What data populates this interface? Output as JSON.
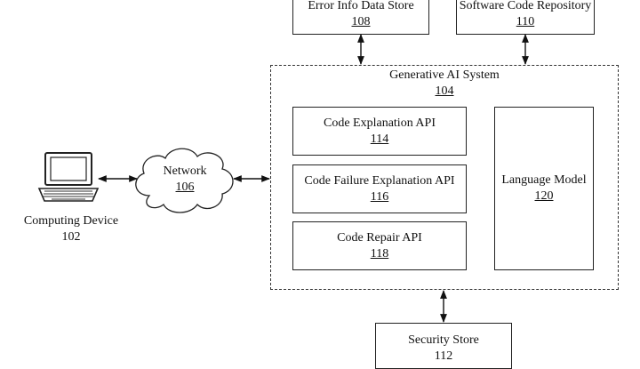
{
  "nodes": {
    "error_store": {
      "name": "Error Info Data Store",
      "ref": "108"
    },
    "code_repo": {
      "name": "Software Code Repository",
      "ref": "110"
    },
    "gen_ai": {
      "name": "Generative AI System",
      "ref": "104"
    },
    "code_expl_api": {
      "name": "Code Explanation API",
      "ref": "114"
    },
    "failure_expl_api": {
      "name": "Code Failure Explanation API",
      "ref": "116"
    },
    "repair_api": {
      "name": "Code Repair API",
      "ref": "118"
    },
    "language_model": {
      "name": "Language Model",
      "ref": "120"
    },
    "network": {
      "name": "Network",
      "ref": "106"
    },
    "computing_device": {
      "name": "Computing Device",
      "ref": "102"
    },
    "security_store": {
      "name": "Security Store",
      "ref": "112"
    }
  },
  "colors": {
    "line": "#222222",
    "background": "#ffffff"
  }
}
